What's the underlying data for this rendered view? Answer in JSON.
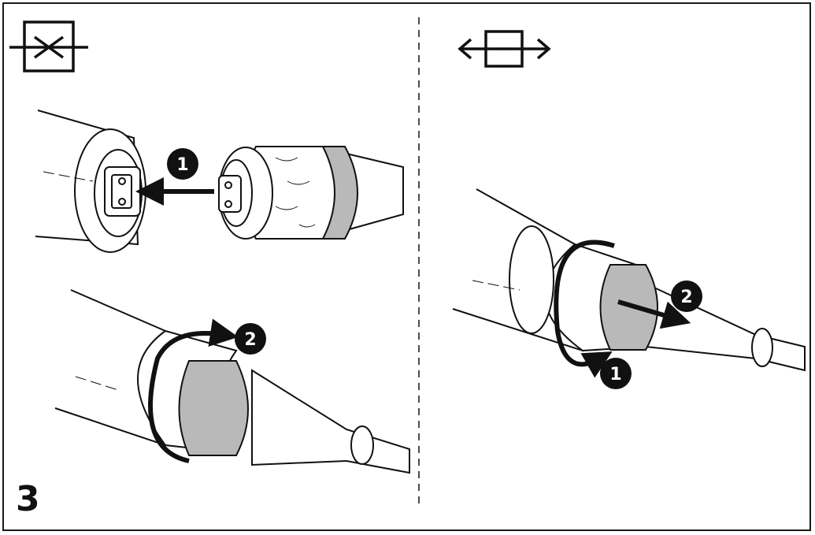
{
  "step_number": "3",
  "panels": {
    "connect": {
      "icon": "connect-icon",
      "badges": [
        "1",
        "2"
      ]
    },
    "disconnect": {
      "icon": "disconnect-icon",
      "badges": [
        "1",
        "2"
      ]
    }
  },
  "colors": {
    "line": "#111111",
    "collar": "#b9b9b9",
    "background": "#ffffff"
  }
}
